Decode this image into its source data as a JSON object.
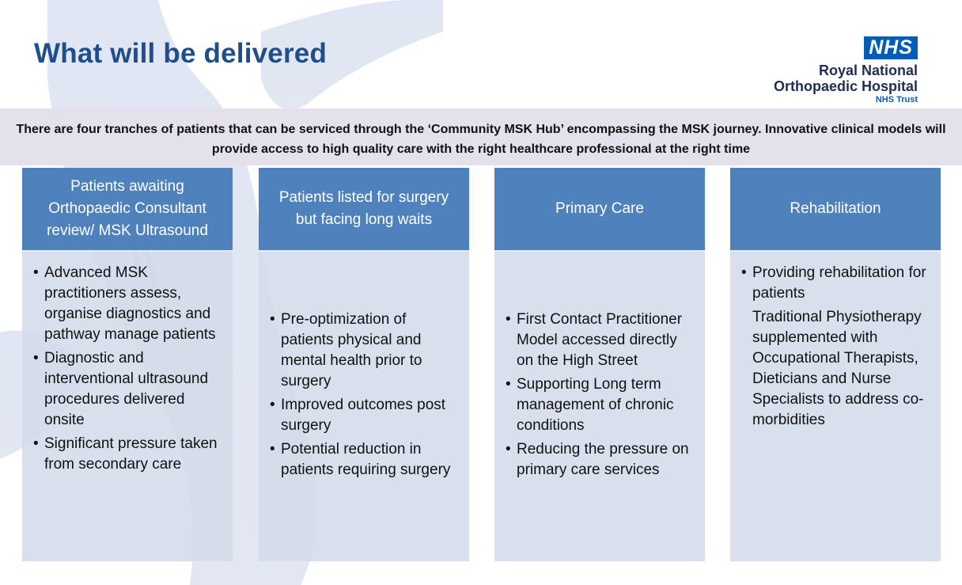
{
  "title": "What will be delivered",
  "logo": {
    "badge": "NHS",
    "line1": "Royal National",
    "line2": "Orthopaedic Hospital",
    "line3": "NHS Trust",
    "badge_color": "#005eb8"
  },
  "intro": "There are four tranches of patients that can be serviced through the ‘Community MSK Hub’ encompassing the MSK journey. Innovative clinical models will provide access to high quality care with the right healthcare professional at the right time",
  "colors": {
    "header_blue": "#4f81bd",
    "body_blue": "#d2dbea",
    "intro_band": "#e4e0ec",
    "title_blue": "#1f4e8c"
  },
  "columns": [
    {
      "heading": "Patients awaiting Orthopaedic Consultant review/ MSK Ultrasound",
      "bullets": [
        "Advanced MSK practitioners assess, organise diagnostics and pathway manage patients",
        "Diagnostic and interventional ultrasound procedures delivered onsite",
        "Significant pressure taken from secondary care"
      ]
    },
    {
      "heading": "Patients listed for surgery but facing long waits",
      "bullets": [
        "Pre-optimization of patients physical and mental health prior to surgery",
        "Improved outcomes post surgery",
        "Potential reduction in patients requiring surgery"
      ]
    },
    {
      "heading": "Primary Care",
      "bullets": [
        "First Contact Practitioner Model accessed directly on the High Street",
        "Supporting Long term management of chronic conditions",
        "Reducing the pressure on primary care services"
      ]
    },
    {
      "heading": "Rehabilitation",
      "bullets": [
        "Providing rehabilitation for patients"
      ],
      "note": "Traditional Physiotherapy supplemented with Occupational Therapists, Dieticians and Nurse Specialists to address co-morbidities"
    }
  ]
}
